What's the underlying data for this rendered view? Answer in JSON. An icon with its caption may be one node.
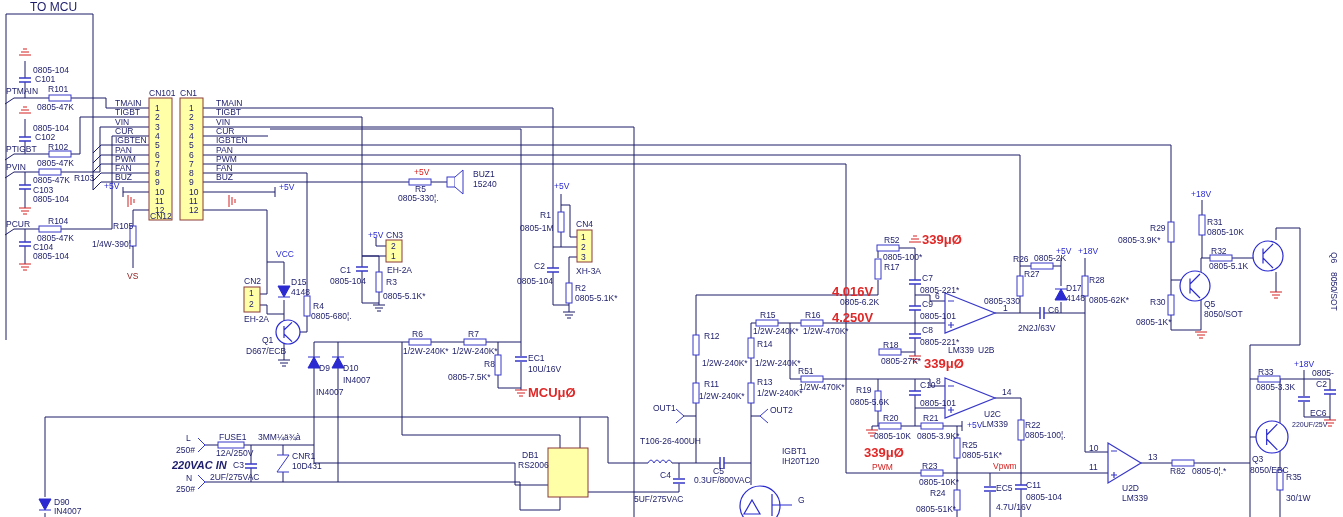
{
  "diagram": {
    "labels": [
      "TO MCU",
      "0805-104",
      "C101",
      "PTMAIN",
      "R101",
      "0805-47K",
      "0805-104",
      "C102",
      "PTIGBT",
      "R102",
      "0805-47K",
      "PVIN",
      "0805-47K",
      "R103",
      "C103",
      "0805-104",
      "PCUR",
      "R104",
      "0805-47K",
      "C104",
      "0805-104",
      "CN101",
      "CN1",
      "TMAIN",
      "TIGBT",
      "VIN",
      "CUR",
      "IGBTEN",
      "PAN",
      "PWM",
      "FAN",
      "BUZ",
      "1",
      "2",
      "3",
      "4",
      "5",
      "6",
      "7",
      "8",
      "9",
      "10",
      "11",
      "12",
      "1",
      "2",
      "3",
      "4",
      "5",
      "6",
      "7",
      "8",
      "9",
      "10",
      "11",
      "12",
      "TMAIN",
      "TIGBT",
      "VIN",
      "CUR",
      "IGBTEN",
      "PAN",
      "PWM",
      "FAN",
      "BUZ",
      "CN12",
      "+5V",
      "+5V",
      "R105",
      "1/4W-390¦.",
      "VS",
      "+5V",
      "R5",
      "0805-330¦.",
      "BUZ1",
      "15240",
      "VCC",
      "+5V",
      "CN3",
      "2",
      "1",
      "C1",
      "0805-104",
      "EH-2A",
      "R3",
      "0805-5.1K*",
      "CN2",
      "1",
      "2",
      "EH-2A",
      "D15",
      "4148",
      "R4",
      "0805-680¦.",
      "Q1",
      "D667/ECB",
      "R6",
      "1/2W-240K*",
      "R7",
      "1/2W-240K*",
      "R8",
      "0805-7.5K*",
      "EC1",
      "10U/16V",
      "MCUμØ",
      "D9",
      "IN4007",
      "D10",
      "IN4007",
      "L",
      "250#",
      "FUSE1",
      "12A/250V",
      "3MM¼ä¾à",
      "220VAC IN",
      "C3",
      "N",
      "2UF/275VAC",
      "250#",
      "CNR1",
      "10D431",
      "D90",
      "IN4007",
      "DB1",
      "RS2006",
      "T106-26-400UH",
      "C4",
      "5UF/275VAC",
      "C5",
      "0.3UF/800VAC",
      "IGBT1",
      "IH20T120",
      "G",
      "+5V",
      "R1",
      "0805-1M",
      "CN4",
      "1",
      "2",
      "3",
      "XH-3A",
      "C2",
      "0805-104",
      "R2",
      "0805-5.1K*",
      "R12",
      "1/2W-240K*",
      "R11",
      "1/2W-240K*",
      "OUT1",
      "OUT2",
      "R15",
      "1/2W-240K*",
      "R16",
      "1/2W-470K*",
      "R14",
      "1/2W-240K*",
      "R13",
      "1/2W-240K*",
      "R51",
      "1/2W-470K*",
      "4.016V",
      "4.250V",
      "R52",
      "0805-100*",
      "339μØ",
      "R17",
      "0805-6.2K",
      "C7",
      "0805-221*",
      "6",
      "C9",
      "0805-101",
      "R18",
      "0805-27K*",
      "C8",
      "0805-221*",
      "LM339",
      "U2B",
      "339μØ",
      "1",
      "R26",
      "0805-2K",
      "+5V",
      "+18V",
      "R27",
      "0805-330",
      "D17",
      "4148",
      "R28",
      "0805-62K*",
      "C6",
      "2N2J/63V",
      "8",
      "R19",
      "0805-5.6K",
      "C10",
      "0805-101",
      "14",
      "U2C",
      "LM339",
      "R20",
      "0805-10K",
      "R21",
      "0805-3.9K*",
      "+5V",
      "R22",
      "0805-100¦.",
      "R25",
      "0805-51K*",
      "339μØ",
      "PWM",
      "R23",
      "0805-10K*",
      "Vpwm",
      "R24",
      "0805-51K*",
      "EC5",
      "4.7U/16V",
      "C11",
      "0805-104",
      "10",
      "11",
      "13",
      "U2D",
      "LM339",
      "R82",
      "0805-0¦.*",
      "R29",
      "0805-3.9K*",
      "+18V",
      "R31",
      "0805-10K",
      "R32",
      "0805-5.1K",
      "R30",
      "0805-1K*",
      "Q5",
      "8050/SOT",
      "Q6",
      "8050/SOT",
      "R33",
      "0805-3.3K",
      "+18V",
      "0805-",
      "C2",
      "EC6",
      "220UF/25V",
      "Q3",
      "8050/EBC",
      "R35",
      "30/1W"
    ]
  }
}
